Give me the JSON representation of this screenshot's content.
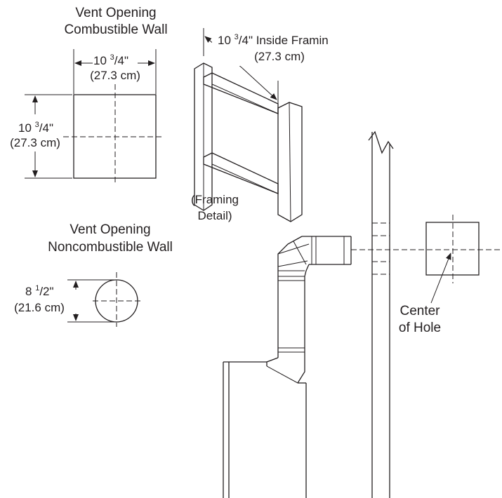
{
  "combustible": {
    "title_line1": "Vent Opening",
    "title_line2": "Combustible Wall",
    "width_whole": "10 ",
    "width_frac": "3",
    "width_tail": "/4\"",
    "width_cm": "(27.3 cm)",
    "height_whole": "10 ",
    "height_frac": "3",
    "height_tail": "/4\"",
    "height_cm": "(27.3 cm)"
  },
  "framing": {
    "dim_whole": "10 ",
    "dim_frac": "3",
    "dim_tail": "/4\" Inside Framin",
    "dim_cm": "(27.3 cm)",
    "caption_line1": "(Framing",
    "caption_line2": "Detail)"
  },
  "noncombustible": {
    "title_line1": "Vent Opening",
    "title_line2": "Noncombustible Wall",
    "dia_whole": "8 ",
    "dia_frac": "1",
    "dia_tail": "/2\"",
    "dia_cm": "(21.6 cm)"
  },
  "center": {
    "label_line1": "Center",
    "label_line2": "of Hole"
  }
}
